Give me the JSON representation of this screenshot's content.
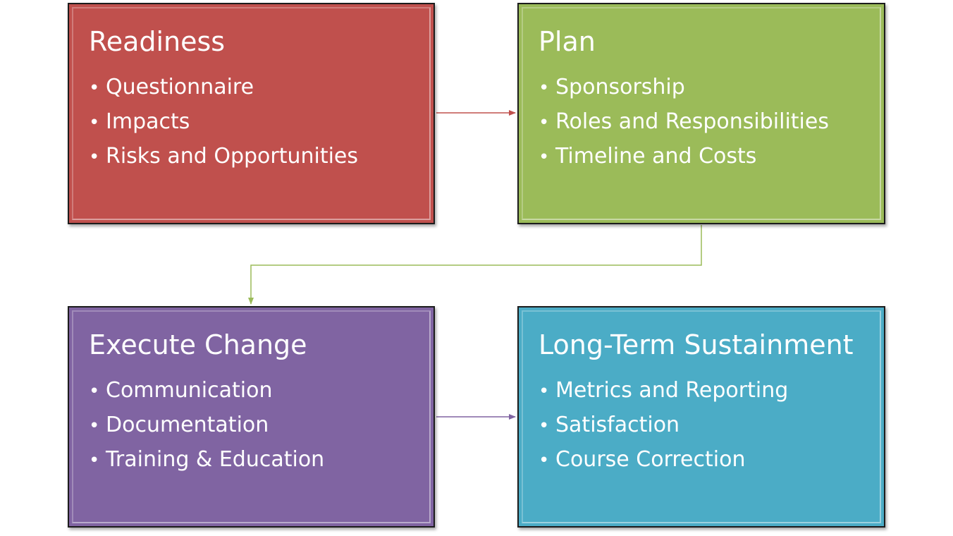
{
  "diagram": {
    "boxes": [
      {
        "title": "Readiness",
        "color": "#C0504D",
        "items": [
          "Questionnaire",
          "Impacts",
          "Risks and Opportunities"
        ]
      },
      {
        "title": "Plan",
        "color": "#9BBB59",
        "items": [
          "Sponsorship",
          "Roles and Responsibilities",
          "Timeline and Costs"
        ]
      },
      {
        "title": "Execute Change",
        "color": "#8064A2",
        "items": [
          "Communication",
          "Documentation",
          "Training & Education"
        ]
      },
      {
        "title": "Long-Term Sustainment",
        "color": "#4BACC6",
        "items": [
          "Metrics and Reporting",
          "Satisfaction",
          "Course Correction"
        ]
      }
    ],
    "bullet_glyph": "•",
    "connector_colors": {
      "readiness_to_plan": "#C0504D",
      "plan_to_execute": "#9BBB59",
      "execute_to_sustain": "#8064A2"
    }
  }
}
